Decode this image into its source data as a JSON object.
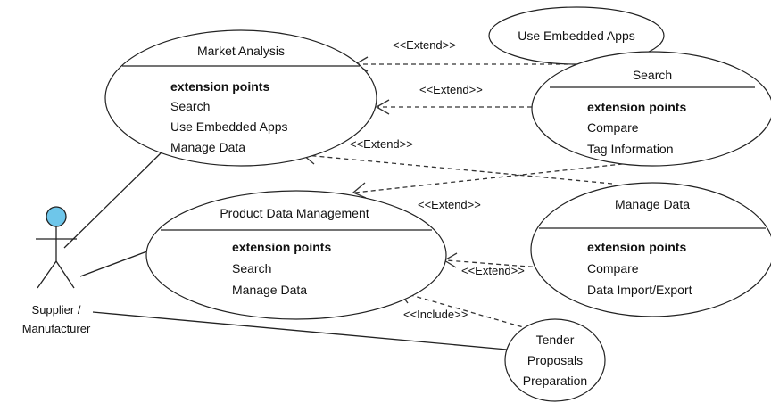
{
  "actor": {
    "label_line1": "Supplier /",
    "label_line2": "Manufacturer",
    "head_color": "#6ec6ea"
  },
  "use_cases": {
    "market_analysis": {
      "title": "Market Analysis",
      "ep_heading": "extension points",
      "ep_items": [
        "Search",
        "Use Embedded Apps",
        "Manage Data"
      ]
    },
    "use_embedded_apps": {
      "title": "Use Embedded Apps"
    },
    "search": {
      "title": "Search",
      "ep_heading": "extension points",
      "ep_items": [
        "Compare",
        "Tag Information"
      ]
    },
    "product_data_management": {
      "title": "Product Data Management",
      "ep_heading": "extension points",
      "ep_items": [
        "Search",
        "Manage Data"
      ]
    },
    "manage_data": {
      "title": "Manage Data",
      "ep_heading": "extension points",
      "ep_items": [
        "Compare",
        "Data Import/Export"
      ]
    },
    "tender": {
      "title_lines": [
        "Tender",
        "Proposals",
        "Preparation"
      ]
    }
  },
  "relationships": {
    "extend_embedded": "<<Extend>>",
    "extend_search_market": "<<Extend>>",
    "extend_manage_market": "<<Extend>>",
    "extend_search_pdm": "<<Extend>>",
    "extend_manage_pdm": "<<Extend>>",
    "include_tender": "<<Include>>"
  }
}
